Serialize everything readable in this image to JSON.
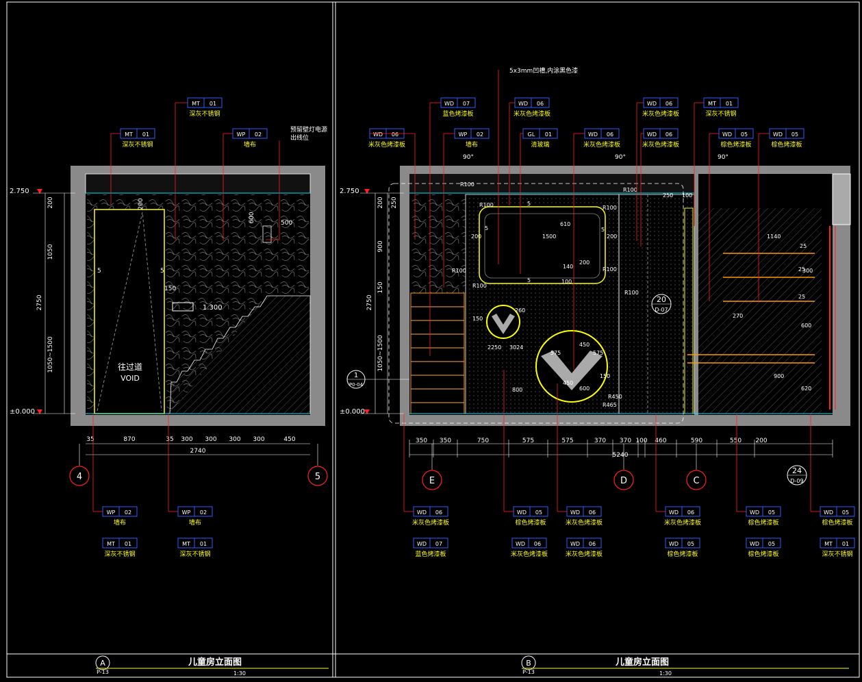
{
  "colors": {
    "background": "#000000",
    "frame": "#ffffff",
    "dimension": "#ffffff",
    "tag_text": "#ffffff",
    "tag_box": "#2a5cff",
    "label": "#ffff00",
    "leader": "#ff2020",
    "wall_fill": "#8a8a8a",
    "outline": "#ffff00",
    "accent_cyan": "#00e5ff",
    "title_bar": "#ffff00"
  },
  "left_view": {
    "levels": {
      "top": "2.750",
      "bottom": "±0.000",
      "mark": "1.300"
    },
    "void_label_cn": "往过道",
    "void_label_en": "VOID",
    "note_top": "预留壁灯电源\n出线位",
    "height_dims": [
      "200",
      "1050",
      "2750",
      "1050~1500"
    ],
    "inner_dims": [
      "200",
      "600",
      "500",
      "150",
      "5",
      "5"
    ],
    "bottom_dims": [
      "35",
      "870",
      "35",
      "300",
      "300",
      "300",
      "300",
      "450"
    ],
    "total_width": "2740",
    "grid_left": "4",
    "grid_right": "5",
    "tags_top": [
      {
        "code": "MT",
        "num": "01",
        "label": "深灰不锈钢"
      },
      {
        "code": "MT",
        "num": "01",
        "label": "深灰不锈钢"
      },
      {
        "code": "WP",
        "num": "02",
        "label": "墙布"
      }
    ],
    "tags_bottom": [
      {
        "code": "WP",
        "num": "02",
        "label": "墙布"
      },
      {
        "code": "WP",
        "num": "02",
        "label": "墙布"
      },
      {
        "code": "MT",
        "num": "01",
        "label": "深灰不锈钢"
      },
      {
        "code": "MT",
        "num": "01",
        "label": "深灰不锈钢"
      }
    ]
  },
  "right_view": {
    "levels": {
      "top": "2.750",
      "bottom": "±0.000"
    },
    "note_top": "5x3mm凹槽,内涂黑色漆",
    "angle_marks": [
      "90°",
      "90°",
      "90°"
    ],
    "height_dims": [
      "200",
      "2750",
      "900",
      "150",
      "1050~1500",
      "250"
    ],
    "inner_dims": [
      "R100",
      "R100",
      "R100",
      "R100",
      "R100",
      "R100",
      "R100",
      "R100",
      "250",
      "100",
      "1500",
      "610",
      "200",
      "200",
      "5",
      "5",
      "5",
      "5",
      "200",
      "140",
      "100",
      "1140",
      "150",
      "260",
      "575",
      "575",
      "450",
      "150",
      "2250",
      "3024",
      "800",
      "450",
      "600",
      "R450",
      "R465",
      "270",
      "25",
      "25",
      "25",
      "300",
      "600",
      "900",
      "620"
    ],
    "bottom_dims": [
      "350",
      "350",
      "750",
      "575",
      "575",
      "370",
      "370",
      "100",
      "460",
      "590",
      "550",
      "200"
    ],
    "total_width": "5240",
    "grid": [
      "E",
      "D",
      "C"
    ],
    "section_marks": [
      {
        "num": "20",
        "ref": "D-07"
      },
      {
        "num": "24",
        "ref": "D-09"
      },
      {
        "num": "1",
        "ref": "P0-04"
      }
    ],
    "tags_top": [
      {
        "code": "WD",
        "num": "07",
        "label": "蓝色烤漆板"
      },
      {
        "code": "WD",
        "num": "06",
        "label": "米灰色烤漆板"
      },
      {
        "code": "WD",
        "num": "06",
        "label": "米灰色烤漆板"
      },
      {
        "code": "MT",
        "num": "01",
        "label": "深灰不锈钢"
      },
      {
        "code": "WD",
        "num": "06",
        "label": "米灰色烤漆板"
      },
      {
        "code": "WP",
        "num": "02",
        "label": "墙布"
      },
      {
        "code": "GL",
        "num": "01",
        "label": "清玻璃"
      },
      {
        "code": "WD",
        "num": "06",
        "label": "米灰色烤漆板"
      },
      {
        "code": "WD",
        "num": "06",
        "label": "米灰色烤漆板"
      },
      {
        "code": "WD",
        "num": "05",
        "label": "棕色烤漆板"
      },
      {
        "code": "WD",
        "num": "05",
        "label": "棕色烤漆板"
      }
    ],
    "tags_bottom": [
      {
        "code": "WD",
        "num": "06",
        "label": "米灰色烤漆板"
      },
      {
        "code": "WD",
        "num": "07",
        "label": "蓝色烤漆板"
      },
      {
        "code": "WD",
        "num": "05",
        "label": "棕色烤漆板"
      },
      {
        "code": "WD",
        "num": "06",
        "label": "米灰色烤漆板"
      },
      {
        "code": "WD",
        "num": "05",
        "label": "棕色烤漆板"
      },
      {
        "code": "WD",
        "num": "06",
        "label": "米灰色烤漆板"
      },
      {
        "code": "WD",
        "num": "06",
        "label": "米灰色烤漆板"
      },
      {
        "code": "WD",
        "num": "06",
        "label": "米灰色烤漆板"
      },
      {
        "code": "WD",
        "num": "05",
        "label": "棕色烤漆板"
      },
      {
        "code": "WD",
        "num": "05",
        "label": "棕色烤漆板"
      },
      {
        "code": "WD",
        "num": "05",
        "label": "棕色烤漆板"
      },
      {
        "code": "MT",
        "num": "01",
        "label": "深灰不锈钢"
      }
    ]
  },
  "title_blocks": [
    {
      "letter": "A",
      "sheet": "P-13",
      "title": "儿童房立面图",
      "scale": "1:30"
    },
    {
      "letter": "B",
      "sheet": "P-13",
      "title": "儿童房立面图",
      "scale": "1:30"
    }
  ]
}
